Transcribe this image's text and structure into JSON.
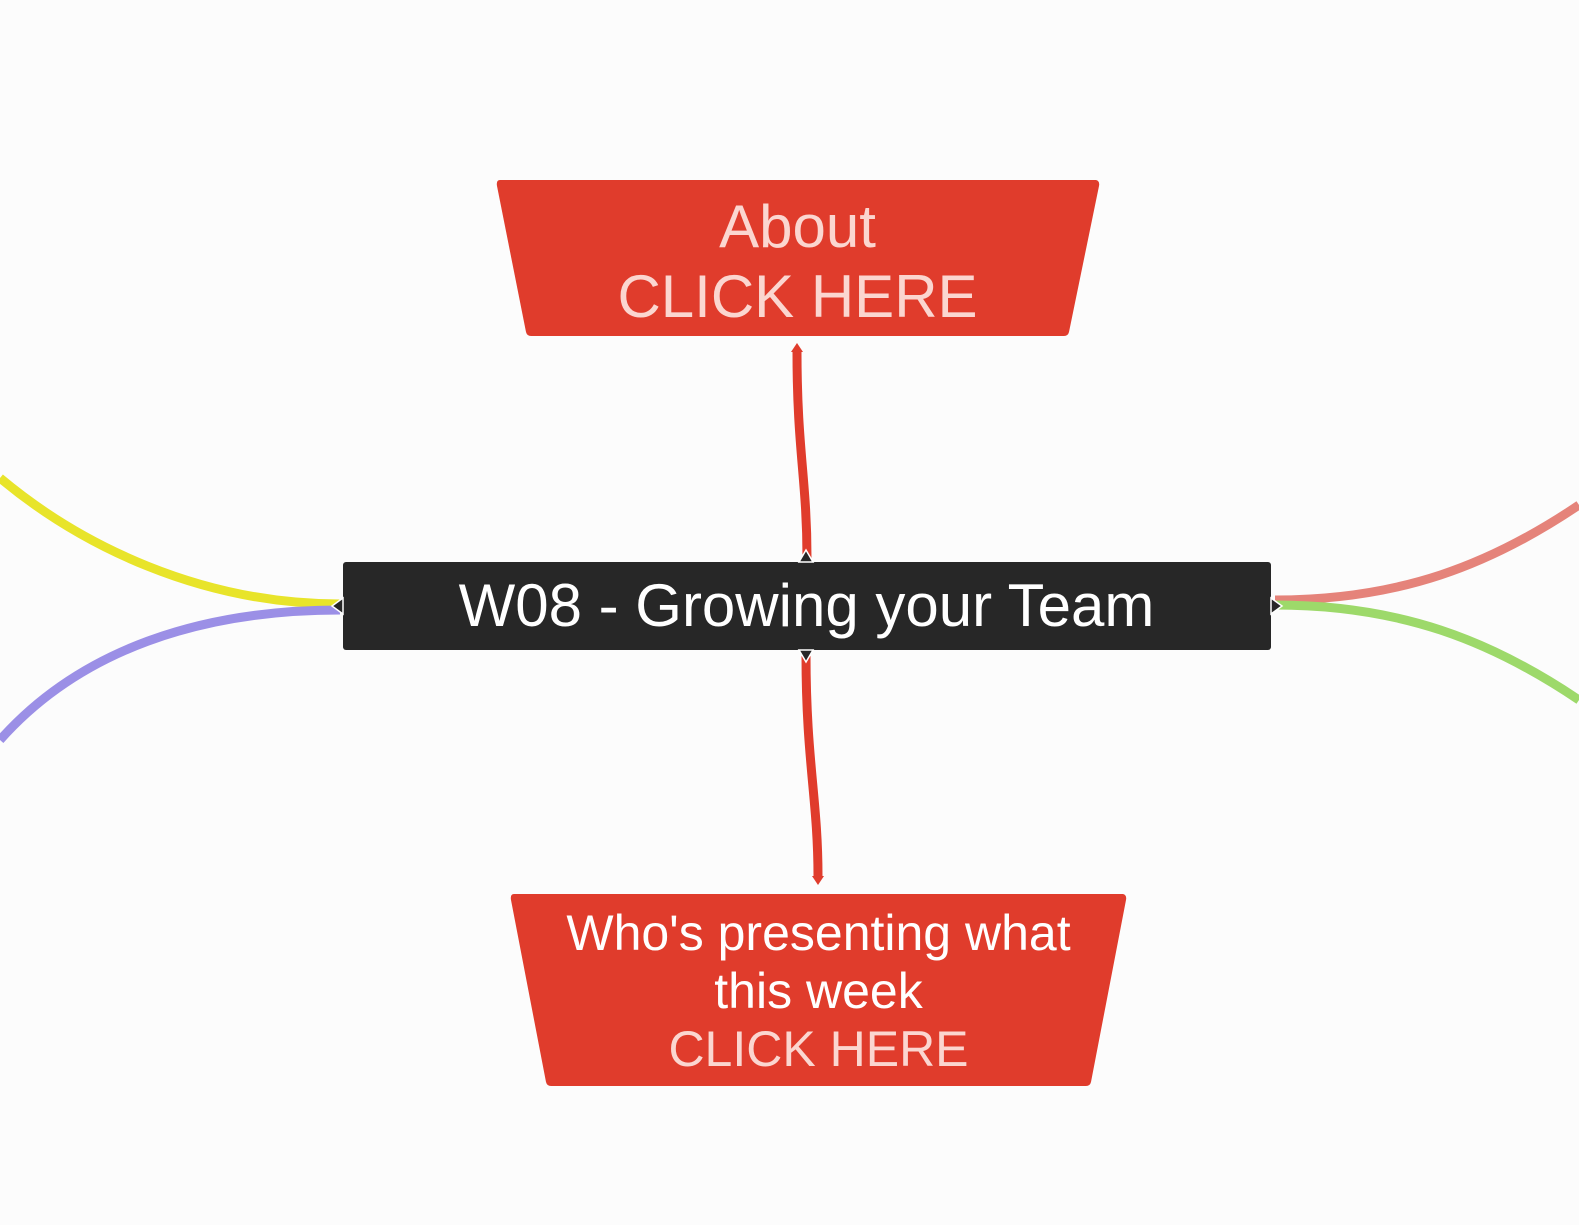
{
  "central_topic": {
    "title": "W08 - Growing your Team"
  },
  "topics": [
    {
      "line1": "About",
      "line2": "CLICK HERE"
    },
    {
      "line1": "Who's presenting what",
      "line1b": "this week",
      "line2": "CLICK HERE"
    }
  ],
  "colors": {
    "topic": "#e03c2c",
    "central": "#272727",
    "branch_yellow": "#e8e42a",
    "branch_purple": "#9b8fe6",
    "branch_pink": "#e5837a",
    "branch_green": "#9dd96a"
  }
}
